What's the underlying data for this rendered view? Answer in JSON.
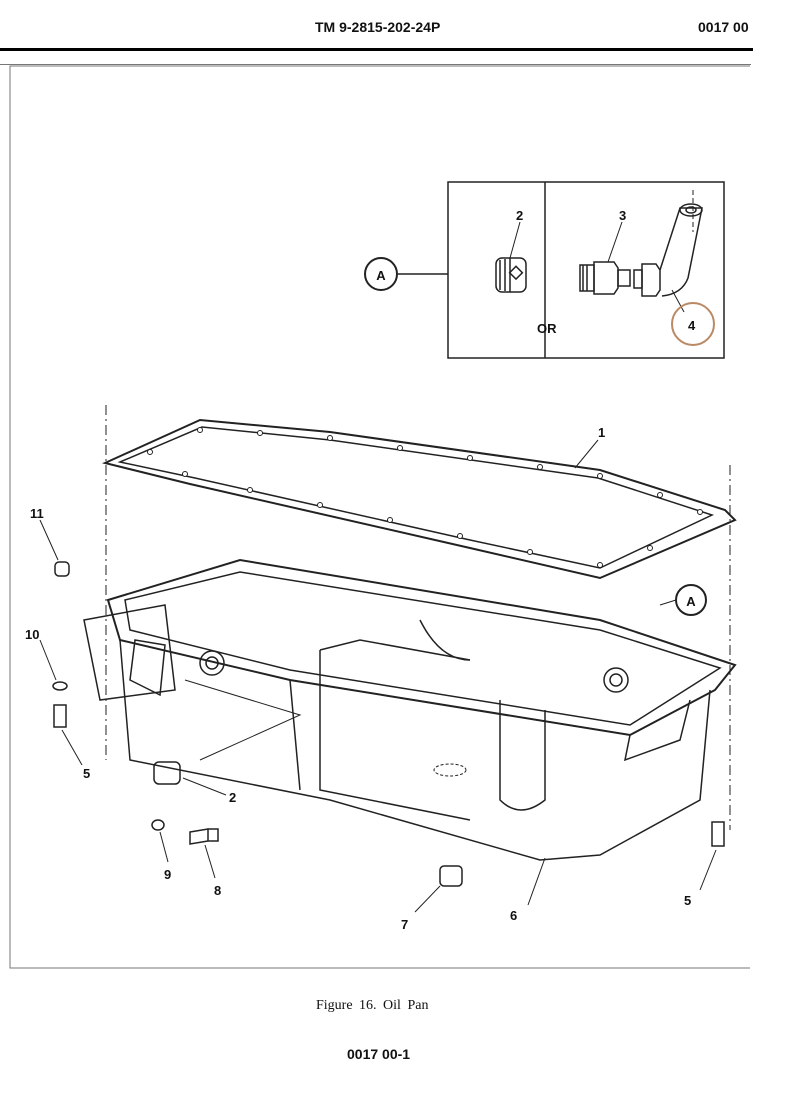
{
  "header": {
    "doc_number": "TM 9-2815-202-24P",
    "section": "0017 00"
  },
  "figure": {
    "caption": "Figure 16.   Oil Pan",
    "detail_view": {
      "label": "A",
      "or_text": "OR",
      "callouts": [
        "2",
        "3",
        "4"
      ],
      "highlight_color": "#b98a65"
    },
    "callouts": {
      "gasket": "1",
      "plug_left": "2",
      "drain_plug": "7",
      "oil_pan": "6",
      "bolt": "8",
      "washer": "9",
      "washer_left": "10",
      "plug_top": "11",
      "nut_left": "5",
      "nut_right": "5",
      "detail_ref": "A"
    }
  },
  "footer": {
    "page_number": "0017 00-1"
  }
}
